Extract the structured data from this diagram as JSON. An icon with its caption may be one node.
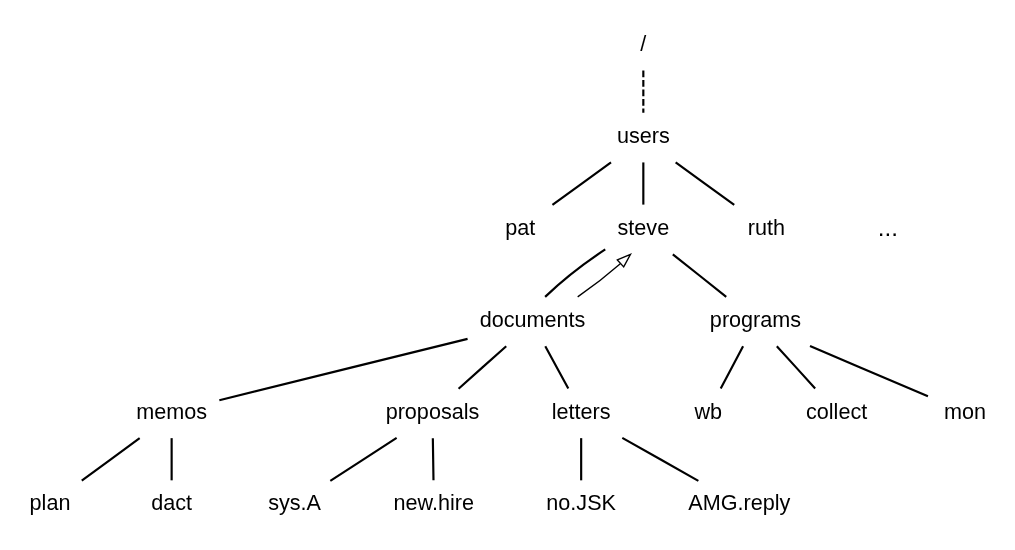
{
  "diagram": {
    "nodes": [
      {
        "text": [
          "/"
        ]
      },
      {
        "text": [
          "users"
        ]
      },
      {
        "text": [
          "pat"
        ]
      },
      {
        "text": [
          "steve"
        ]
      },
      {
        "text": [
          "ruth"
        ]
      },
      {
        "text": [
          "documents"
        ]
      },
      {
        "text": [
          "programs"
        ]
      },
      {
        "text": [
          "memos"
        ]
      },
      {
        "text": [
          "proposals"
        ]
      },
      {
        "text": [
          "letters"
        ]
      },
      {
        "text": [
          "wb"
        ]
      },
      {
        "text": [
          "collect"
        ]
      },
      {
        "text": [
          "mon"
        ]
      },
      {
        "text": [
          "plan"
        ]
      },
      {
        "text": [
          "dact"
        ]
      },
      {
        "text": [
          "sys.A"
        ]
      },
      {
        "text": [
          "new.hire"
        ]
      },
      {
        "text": [
          "no.JSK"
        ]
      },
      {
        "text": [
          "AMG.reply"
        ]
      }
    ],
    "edges": [
      {
        "from": 0,
        "to": 1,
        "arrow": "none",
        "style": "dashed"
      },
      {
        "from": 1,
        "to": 2,
        "arrow": "none"
      },
      {
        "from": 1,
        "to": 3,
        "arrow": "none"
      },
      {
        "from": 1,
        "to": 4,
        "arrow": "none"
      },
      {
        "from": 3,
        "to": 5,
        "arrow": "none"
      },
      {
        "from": 3,
        "to": 6,
        "arrow": "none"
      },
      {
        "from": 5,
        "to": 7,
        "arrow": "none"
      },
      {
        "from": 5,
        "to": 8,
        "arrow": "none"
      },
      {
        "from": 5,
        "to": 9,
        "arrow": "none"
      },
      {
        "from": 6,
        "to": 10,
        "arrow": "none"
      },
      {
        "from": 6,
        "to": 11,
        "arrow": "none"
      },
      {
        "from": 6,
        "to": 12,
        "arrow": "none"
      },
      {
        "from": 7,
        "to": 13,
        "arrow": "none"
      },
      {
        "from": 7,
        "to": 14,
        "arrow": "none"
      },
      {
        "from": 8,
        "to": 15,
        "arrow": "none"
      },
      {
        "from": 8,
        "to": 16,
        "arrow": "none"
      },
      {
        "from": 9,
        "to": 17,
        "arrow": "none"
      },
      {
        "from": 9,
        "to": 18,
        "arrow": "none"
      },
      {
        "from": 5,
        "to": 3,
        "arrow": "to"
      }
    ],
    "labels": [
      "..."
    ]
  }
}
